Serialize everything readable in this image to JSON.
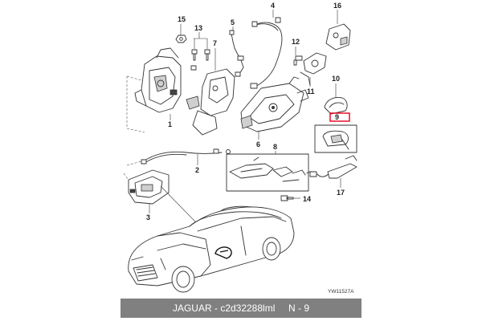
{
  "diagram": {
    "callouts": {
      "c1": "1",
      "c2": "2",
      "c3": "3",
      "c4": "4",
      "c5": "5",
      "c6": "6",
      "c7": "7",
      "c8": "8",
      "c9": "9",
      "c10": "10",
      "c11": "11",
      "c12": "12",
      "c13": "13",
      "c14": "14",
      "c15": "15",
      "c16": "16",
      "c17": "17"
    },
    "reference_code": "YW11527A",
    "highlight_color": "#e8001c"
  },
  "footer": {
    "brand": "JAGUAR",
    "separator": " - ",
    "part_number": "c2d32288lml",
    "position": "N - 9"
  }
}
